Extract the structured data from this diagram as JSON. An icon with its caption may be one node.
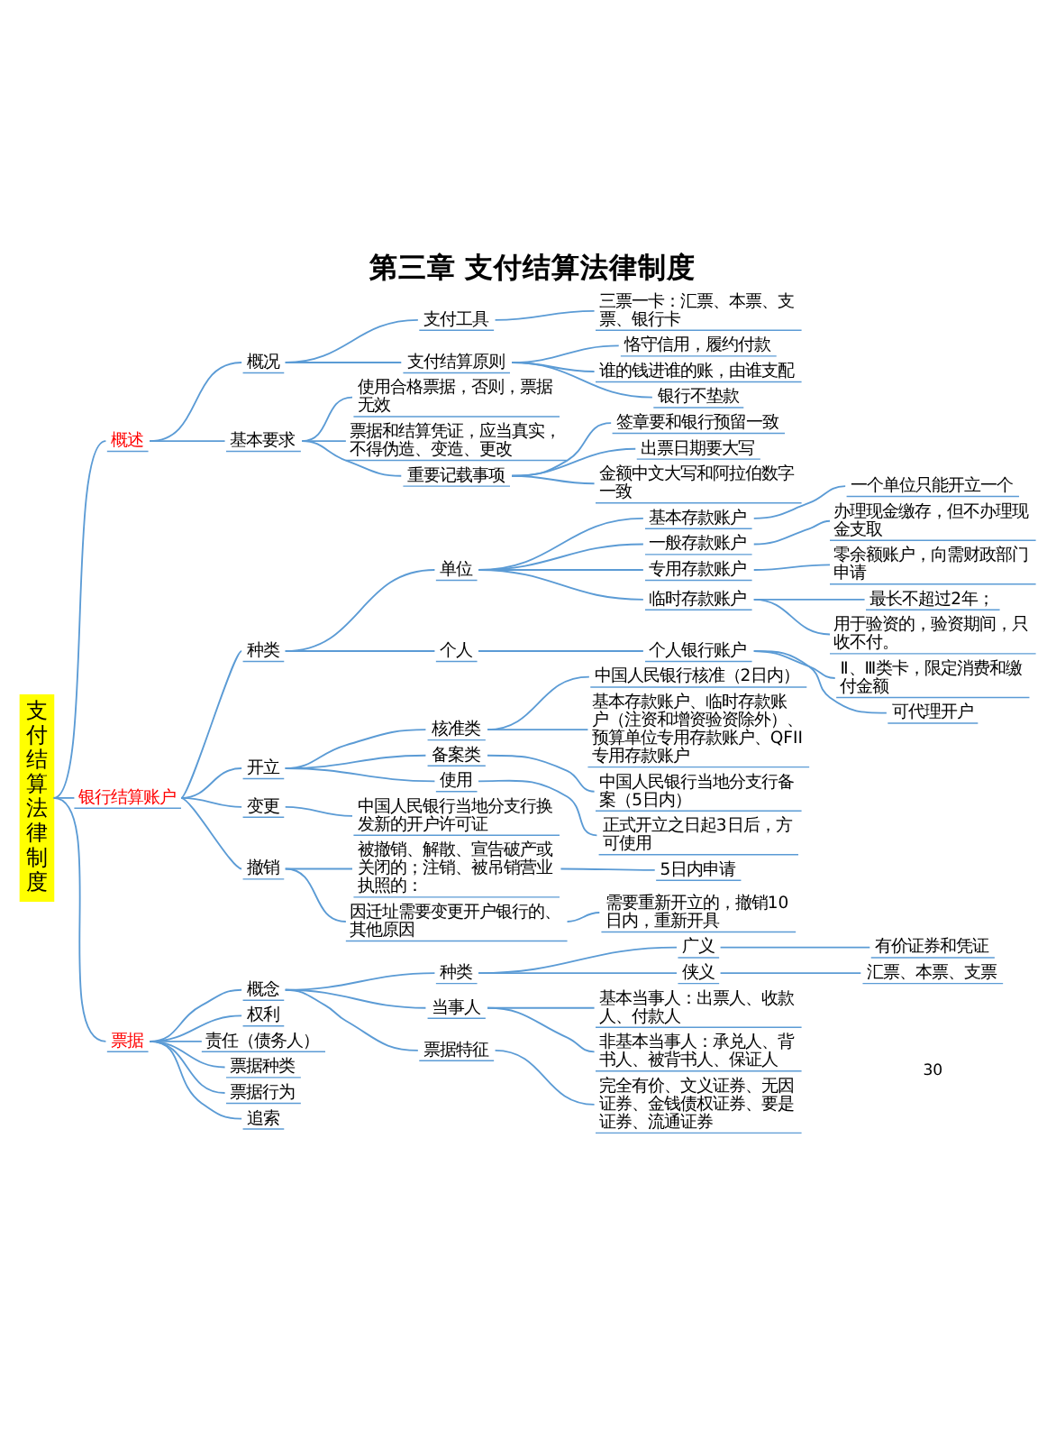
{
  "diagram": {
    "title": "第三章 支付结算法律制度",
    "nodes": [
      {
        "text": [
          "支付结算法律制度"
        ]
      },
      {
        "text": [
          "概述"
        ]
      },
      {
        "text": [
          "概况"
        ]
      },
      {
        "text": [
          "支付工具"
        ]
      },
      {
        "text": [
          "三票一卡：汇票、本票、支票、银行卡"
        ]
      },
      {
        "text": [
          "支付结算原则"
        ]
      },
      {
        "text": [
          "恪守信用，履约付款"
        ]
      },
      {
        "text": [
          "谁的钱进谁的账，由谁支配"
        ]
      },
      {
        "text": [
          "银行不垫款"
        ]
      },
      {
        "text": [
          "基本要求"
        ]
      },
      {
        "text": [
          "使用合格票据，否则，票据无效"
        ]
      },
      {
        "text": [
          "票据和结算凭证，应当真实，不得伪造、变造、更改"
        ]
      },
      {
        "text": [
          "重要记载事项"
        ]
      },
      {
        "text": [
          "签章要和银行预留一致"
        ]
      },
      {
        "text": [
          "出票日期要大写"
        ]
      },
      {
        "text": [
          "金额中文大写和阿拉伯数字一致"
        ]
      },
      {
        "text": [
          "银行结算账户"
        ]
      },
      {
        "text": [
          "种类"
        ]
      },
      {
        "text": [
          "单位"
        ]
      },
      {
        "text": [
          "基本存款账户"
        ]
      },
      {
        "text": [
          "一个单位只能开立一个"
        ]
      },
      {
        "text": [
          "一般存款账户"
        ]
      },
      {
        "text": [
          "办理现金缴存，但不办理现金支取"
        ]
      },
      {
        "text": [
          "专用存款账户"
        ]
      },
      {
        "text": [
          "零余额账户，向需财政部门申请"
        ]
      },
      {
        "text": [
          "临时存款账户"
        ]
      },
      {
        "text": [
          "最长不超过2年；"
        ]
      },
      {
        "text": [
          "用于验资的，验资期间，只收不付。"
        ]
      },
      {
        "text": [
          "个人"
        ]
      },
      {
        "text": [
          "个人银行账户"
        ]
      },
      {
        "text": [
          "Ⅱ、Ⅲ类卡，限定消费和缴付金额"
        ]
      },
      {
        "text": [
          "可代理开户"
        ]
      },
      {
        "text": [
          "开立"
        ]
      },
      {
        "text": [
          "核准类"
        ]
      },
      {
        "text": [
          "中国人民银行核准（2日内）"
        ]
      },
      {
        "text": [
          "基本存款账户、临时存款账户（注资和增资验资除外）、预算单位专用存款账户、QFII专用存款账户"
        ]
      },
      {
        "text": [
          "备案类"
        ]
      },
      {
        "text": [
          "中国人民银行当地分支行备案（5日内）"
        ]
      },
      {
        "text": [
          "使用"
        ]
      },
      {
        "text": [
          "正式开立之日起3日后，方可使用"
        ]
      },
      {
        "text": [
          "变更"
        ]
      },
      {
        "text": [
          "中国人民银行当地分支行换发新的开户许可证"
        ]
      },
      {
        "text": [
          "撤销"
        ]
      },
      {
        "text": [
          "被撤销、解散、宣告破产或关闭的；注销、被吊销营业执照的："
        ]
      },
      {
        "text": [
          "5日内申请"
        ]
      },
      {
        "text": [
          "因迁址需要变更开户银行的、其他原因"
        ]
      },
      {
        "text": [
          "需要重新开立的，撤销10日内，重新开具"
        ]
      },
      {
        "text": [
          "票据"
        ]
      },
      {
        "text": [
          "概念"
        ]
      },
      {
        "text": [
          "种类"
        ]
      },
      {
        "text": [
          "广义"
        ]
      },
      {
        "text": [
          "有价证券和凭证"
        ]
      },
      {
        "text": [
          "侠义"
        ]
      },
      {
        "text": [
          "汇票、本票、支票"
        ]
      },
      {
        "text": [
          "当事人"
        ]
      },
      {
        "text": [
          "基本当事人：出票人、收款人、付款人"
        ]
      },
      {
        "text": [
          "非基本当事人：承兑人、背书人、被背书人、保证人"
        ]
      },
      {
        "text": [
          "票据特征"
        ]
      },
      {
        "text": [
          "完全有价、文义证券、无因证券、金钱债权证券、要是证券、流通证券"
        ]
      },
      {
        "text": [
          "权利"
        ]
      },
      {
        "text": [
          "责任（债务人）"
        ]
      },
      {
        "text": [
          "票据种类"
        ]
      },
      {
        "text": [
          "票据行为"
        ]
      },
      {
        "text": [
          "追索"
        ]
      }
    ],
    "edges": [
      {
        "from": 0,
        "to": 1,
        "arrow": "none"
      },
      {
        "from": 1,
        "to": 2,
        "arrow": "none"
      },
      {
        "from": 2,
        "to": 3,
        "arrow": "none"
      },
      {
        "from": 3,
        "to": 4,
        "arrow": "none"
      },
      {
        "from": 2,
        "to": 5,
        "arrow": "none"
      },
      {
        "from": 5,
        "to": 6,
        "arrow": "none"
      },
      {
        "from": 5,
        "to": 7,
        "arrow": "none"
      },
      {
        "from": 5,
        "to": 8,
        "arrow": "none"
      },
      {
        "from": 1,
        "to": 9,
        "arrow": "none"
      },
      {
        "from": 9,
        "to": 10,
        "arrow": "none"
      },
      {
        "from": 9,
        "to": 11,
        "arrow": "none"
      },
      {
        "from": 9,
        "to": 12,
        "arrow": "none"
      },
      {
        "from": 12,
        "to": 13,
        "arrow": "none"
      },
      {
        "from": 12,
        "to": 14,
        "arrow": "none"
      },
      {
        "from": 12,
        "to": 15,
        "arrow": "none"
      },
      {
        "from": 0,
        "to": 16,
        "arrow": "none"
      },
      {
        "from": 16,
        "to": 17,
        "arrow": "none"
      },
      {
        "from": 17,
        "to": 18,
        "arrow": "none"
      },
      {
        "from": 18,
        "to": 19,
        "arrow": "none"
      },
      {
        "from": 19,
        "to": 20,
        "arrow": "none"
      },
      {
        "from": 18,
        "to": 21,
        "arrow": "none"
      },
      {
        "from": 21,
        "to": 22,
        "arrow": "none"
      },
      {
        "from": 18,
        "to": 23,
        "arrow": "none"
      },
      {
        "from": 23,
        "to": 24,
        "arrow": "none"
      },
      {
        "from": 18,
        "to": 25,
        "arrow": "none"
      },
      {
        "from": 25,
        "to": 26,
        "arrow": "none"
      },
      {
        "from": 25,
        "to": 27,
        "arrow": "none"
      },
      {
        "from": 17,
        "to": 28,
        "arrow": "none"
      },
      {
        "from": 28,
        "to": 29,
        "arrow": "none"
      },
      {
        "from": 29,
        "to": 30,
        "arrow": "none"
      },
      {
        "from": 29,
        "to": 31,
        "arrow": "none"
      },
      {
        "from": 16,
        "to": 32,
        "arrow": "none"
      },
      {
        "from": 32,
        "to": 33,
        "arrow": "none"
      },
      {
        "from": 33,
        "to": 34,
        "arrow": "none"
      },
      {
        "from": 33,
        "to": 35,
        "arrow": "none"
      },
      {
        "from": 32,
        "to": 36,
        "arrow": "none"
      },
      {
        "from": 36,
        "to": 37,
        "arrow": "none"
      },
      {
        "from": 32,
        "to": 38,
        "arrow": "none"
      },
      {
        "from": 38,
        "to": 39,
        "arrow": "none"
      },
      {
        "from": 16,
        "to": 40,
        "arrow": "none"
      },
      {
        "from": 40,
        "to": 41,
        "arrow": "none"
      },
      {
        "from": 16,
        "to": 42,
        "arrow": "none"
      },
      {
        "from": 42,
        "to": 43,
        "arrow": "none"
      },
      {
        "from": 43,
        "to": 44,
        "arrow": "none"
      },
      {
        "from": 42,
        "to": 45,
        "arrow": "none"
      },
      {
        "from": 45,
        "to": 46,
        "arrow": "none"
      },
      {
        "from": 0,
        "to": 47,
        "arrow": "none"
      },
      {
        "from": 47,
        "to": 48,
        "arrow": "none"
      },
      {
        "from": 48,
        "to": 49,
        "arrow": "none"
      },
      {
        "from": 49,
        "to": 50,
        "arrow": "none"
      },
      {
        "from": 50,
        "to": 51,
        "arrow": "none"
      },
      {
        "from": 49,
        "to": 52,
        "arrow": "none"
      },
      {
        "from": 52,
        "to": 53,
        "arrow": "none"
      },
      {
        "from": 48,
        "to": 54,
        "arrow": "none"
      },
      {
        "from": 54,
        "to": 55,
        "arrow": "none"
      },
      {
        "from": 54,
        "to": 56,
        "arrow": "none"
      },
      {
        "from": 48,
        "to": 57,
        "arrow": "none"
      },
      {
        "from": 57,
        "to": 58,
        "arrow": "none"
      },
      {
        "from": 47,
        "to": 59,
        "arrow": "none"
      },
      {
        "from": 47,
        "to": 60,
        "arrow": "none"
      },
      {
        "from": 47,
        "to": 61,
        "arrow": "none"
      },
      {
        "from": 47,
        "to": 62,
        "arrow": "none"
      },
      {
        "from": 47,
        "to": 63,
        "arrow": "none"
      }
    ],
    "labels": [
      "30"
    ]
  }
}
